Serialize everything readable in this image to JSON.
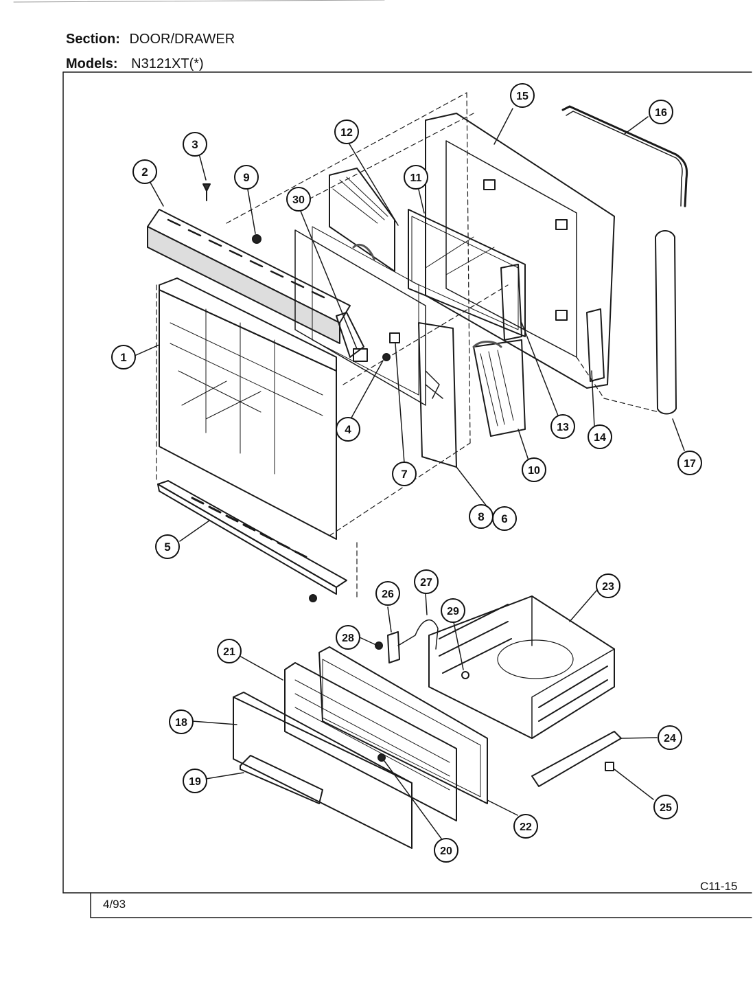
{
  "header": {
    "section_label": "Section:",
    "section_value": "DOOR/DRAWER",
    "models_label": "Models:",
    "models_value": "N3121XT(*)"
  },
  "footer": {
    "date": "4/93",
    "page_code": "C11-15"
  },
  "callouts": [
    "1",
    "2",
    "3",
    "4",
    "5",
    "6",
    "7",
    "8",
    "9",
    "10",
    "11",
    "12",
    "13",
    "14",
    "15",
    "16",
    "17",
    "18",
    "19",
    "20",
    "21",
    "22",
    "23",
    "24",
    "25",
    "26",
    "27",
    "28",
    "29",
    "30"
  ]
}
